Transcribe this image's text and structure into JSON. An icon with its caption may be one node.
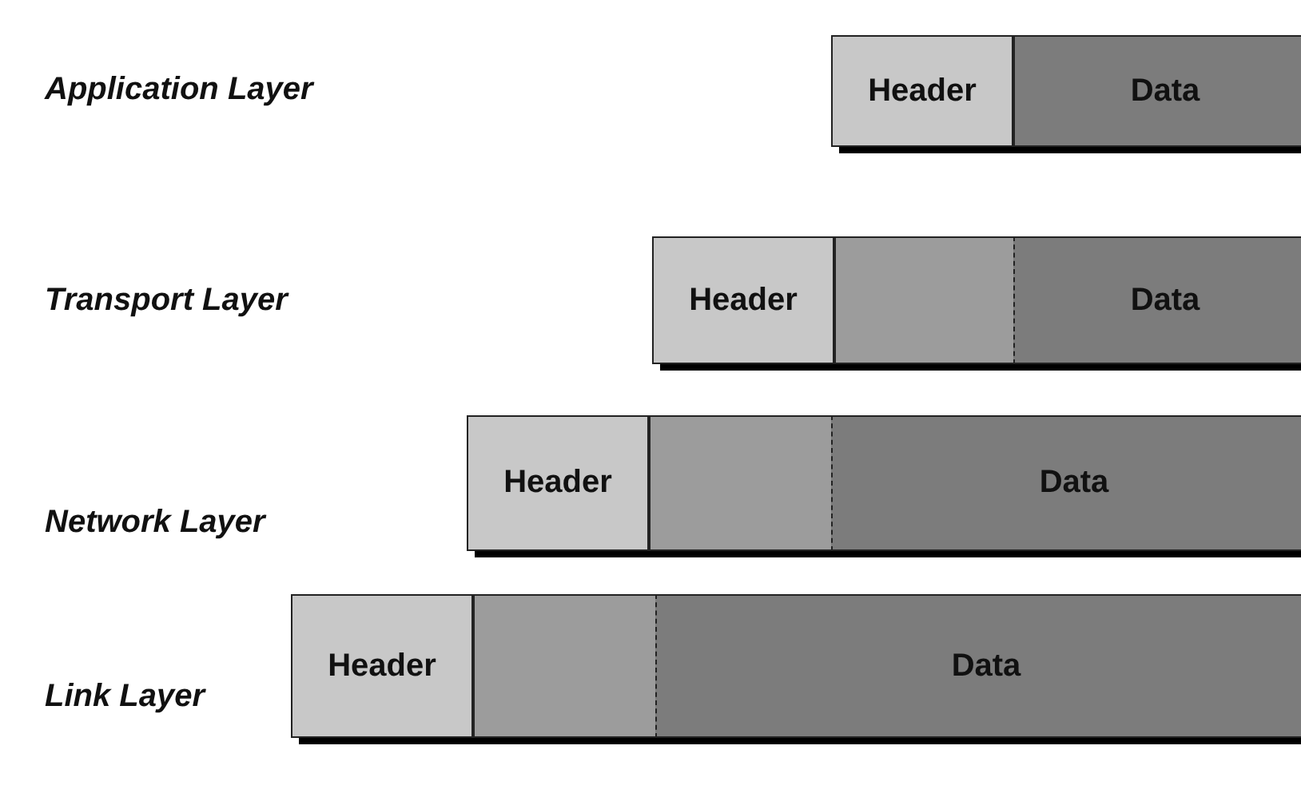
{
  "diagram": {
    "nodes": [
      {
        "text": [
          "Header"
        ]
      },
      {
        "text": [
          "Data"
        ]
      },
      {
        "text": [
          "Header"
        ]
      },
      {
        "text": [],
        "shape": "box"
      },
      {
        "text": [
          "Data"
        ]
      },
      {
        "text": [
          "Header"
        ]
      },
      {
        "text": [],
        "shape": "box"
      },
      {
        "text": [
          "Data"
        ]
      },
      {
        "text": [
          "Header"
        ]
      },
      {
        "text": [],
        "shape": "box"
      },
      {
        "text": [
          "Data"
        ]
      }
    ],
    "edges": [],
    "labels": [
      "Application Layer",
      "Transport Layer",
      "Network Layer",
      "Link Layer"
    ]
  }
}
